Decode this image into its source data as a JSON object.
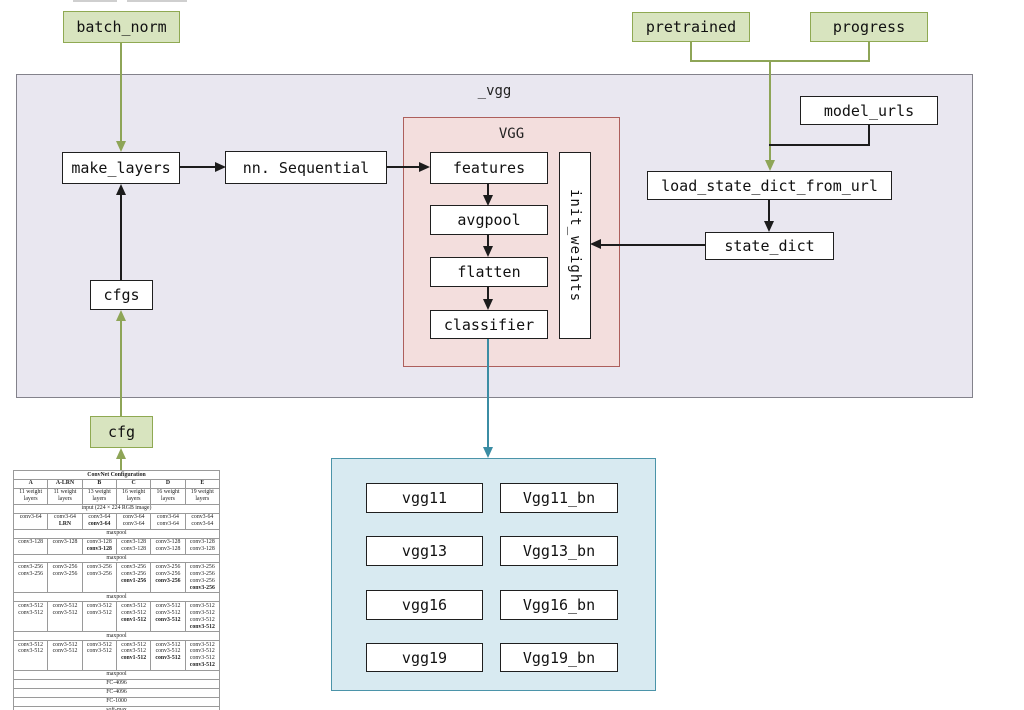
{
  "palette": {
    "olive-fill": "#d8e4bf",
    "olive-border": "#8fa952",
    "olive-line": "#8ea557",
    "purple-fill": "#e9e7f0",
    "purple-border": "#83828b",
    "pink-fill": "#f3dedd",
    "pink-border": "#ad5f5c",
    "blue-fill": "#d8eaf1",
    "blue-border": "#4b94a9",
    "teal-line": "#3b8da4",
    "node-border": "#1f1f1f",
    "black-line": "#1c1c1c"
  },
  "nodes": {
    "batch_norm": "batch_norm",
    "pretrained": "pretrained",
    "progress": "progress",
    "vgg_container_label": "_vgg",
    "make_layers": "make_layers",
    "nn_sequential": "nn. Sequential",
    "vgg_class_label": "VGG",
    "features": "features",
    "avgpool": "avgpool",
    "flatten": "flatten",
    "classifier": "classifier",
    "init_weights": "init_weights",
    "model_urls": "model_urls",
    "load_state_dict_from_url": "load_state_dict_from_url",
    "state_dict": "state_dict",
    "cfgs": "cfgs",
    "cfg": "cfg"
  },
  "vgg_grid": {
    "items": [
      "vgg11",
      "Vgg11_bn",
      "vgg13",
      "Vgg13_bn",
      "vgg16",
      "Vgg16_bn",
      "vgg19",
      "Vgg19_bn"
    ]
  },
  "config_table": {
    "col_count": 6,
    "rows": [
      {
        "span": "*ConvNet Configuration"
      },
      {
        "cells": [
          "*A",
          "*A-LRN",
          "*B",
          "*C",
          "*D",
          "*E"
        ]
      },
      {
        "cells": [
          "11 weight layers",
          "11 weight layers",
          "13 weight layers",
          "16 weight layers",
          "16 weight layers",
          "19 weight layers"
        ]
      },
      {
        "span": "input (224 × 224 RGB image)"
      },
      {
        "cells": [
          [
            "conv3-64"
          ],
          [
            "conv3-64",
            "*LRN"
          ],
          [
            "conv3-64",
            "*conv3-64"
          ],
          [
            "conv3-64",
            "conv3-64"
          ],
          [
            "conv3-64",
            "conv3-64"
          ],
          [
            "conv3-64",
            "conv3-64"
          ]
        ]
      },
      {
        "span": "maxpool"
      },
      {
        "cells": [
          [
            "conv3-128"
          ],
          [
            "conv3-128"
          ],
          [
            "conv3-128",
            "*conv3-128"
          ],
          [
            "conv3-128",
            "conv3-128"
          ],
          [
            "conv3-128",
            "conv3-128"
          ],
          [
            "conv3-128",
            "conv3-128"
          ]
        ]
      },
      {
        "span": "maxpool"
      },
      {
        "cells": [
          [
            "conv3-256",
            "conv3-256"
          ],
          [
            "conv3-256",
            "conv3-256"
          ],
          [
            "conv3-256",
            "conv3-256"
          ],
          [
            "conv3-256",
            "conv3-256",
            "*conv1-256"
          ],
          [
            "conv3-256",
            "conv3-256",
            "*conv3-256"
          ],
          [
            "conv3-256",
            "conv3-256",
            "conv3-256",
            "*conv3-256"
          ]
        ]
      },
      {
        "span": "maxpool"
      },
      {
        "cells": [
          [
            "conv3-512",
            "conv3-512"
          ],
          [
            "conv3-512",
            "conv3-512"
          ],
          [
            "conv3-512",
            "conv3-512"
          ],
          [
            "conv3-512",
            "conv3-512",
            "*conv1-512"
          ],
          [
            "conv3-512",
            "conv3-512",
            "*conv3-512"
          ],
          [
            "conv3-512",
            "conv3-512",
            "conv3-512",
            "*conv3-512"
          ]
        ]
      },
      {
        "span": "maxpool"
      },
      {
        "cells": [
          [
            "conv3-512",
            "conv3-512"
          ],
          [
            "conv3-512",
            "conv3-512"
          ],
          [
            "conv3-512",
            "conv3-512"
          ],
          [
            "conv3-512",
            "conv3-512",
            "*conv1-512"
          ],
          [
            "conv3-512",
            "conv3-512",
            "*conv3-512"
          ],
          [
            "conv3-512",
            "conv3-512",
            "conv3-512",
            "*conv3-512"
          ]
        ]
      },
      {
        "span": "maxpool"
      },
      {
        "span": "FC-4096"
      },
      {
        "span": "FC-4096"
      },
      {
        "span": "FC-1000"
      },
      {
        "span": "soft-max"
      }
    ]
  }
}
